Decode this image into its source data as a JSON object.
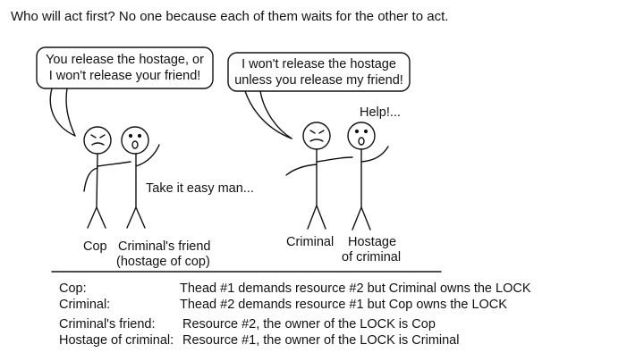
{
  "heading": "Who will act first? No one because each of them waits for the other to act.",
  "left_scene": {
    "bubble_line1": "You release the hostage, or",
    "bubble_line2": "I won't release your friend!",
    "reply": "Take it easy man...",
    "label_cop": "Cop",
    "label_friend_line1": "Criminal's friend",
    "label_friend_line2": "(hostage of cop)"
  },
  "right_scene": {
    "bubble_line1": "I won't release the hostage",
    "bubble_line2": "unless you release my friend!",
    "exclaim": "Help!...",
    "label_criminal": "Criminal",
    "label_hostage_line1": "Hostage",
    "label_hostage_line2": "of criminal"
  },
  "legend": [
    {
      "key": "Cop:",
      "value": "Thead #1 demands resource #2 but Criminal owns the LOCK"
    },
    {
      "key": "Criminal:",
      "value": "Thead #2 demands resource #1 but Cop owns the LOCK"
    },
    {
      "key": "Criminal's friend:",
      "value": "Resource #2, the owner of the LOCK is Cop"
    },
    {
      "key": "Hostage of criminal:",
      "value": "Resource #1, the owner of the LOCK is Criminal"
    }
  ]
}
